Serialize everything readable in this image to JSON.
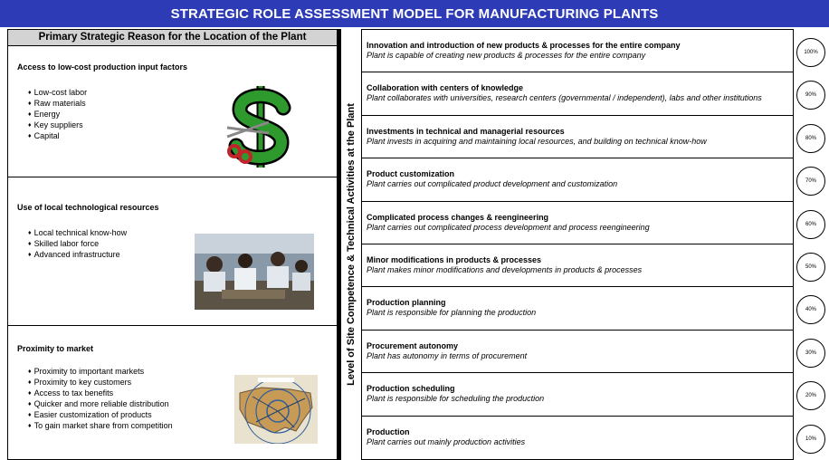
{
  "title": "STRATEGIC ROLE ASSESSMENT MODEL FOR MANUFACTURING PLANTS",
  "left": {
    "header": "Primary Strategic Reason for the Location of the Plant",
    "reasons": [
      {
        "title": "Access to low-cost production input factors",
        "items": [
          "Low-cost labor",
          "Raw materials",
          "Energy",
          "Key suppliers",
          "Capital"
        ],
        "illustration": "dollar-sign-clipart"
      },
      {
        "title": "Use of local technological resources",
        "items": [
          "Local technical know-how",
          "Skilled labor force",
          "Advanced infrastructure"
        ],
        "illustration": "workers-in-lab-photo"
      },
      {
        "title": "Proximity to market",
        "items": [
          "Proximity to important markets",
          "Proximity to key customers",
          "Access to tax benefits",
          "Quicker and more reliable distribution",
          "Easier customization of products",
          "To gain market share from competition"
        ],
        "illustration": "us-market-map"
      }
    ]
  },
  "axis_label": "Level of Site Competence & Technical Activities at the Plant",
  "activities": [
    {
      "title": "Innovation and introduction of new products & processes for the entire company",
      "desc": "Plant is capable of creating new products & processes for the entire company",
      "level": "100%"
    },
    {
      "title": "Collaboration with centers of knowledge",
      "desc": "Plant collaborates with universities, research centers (governmental / independent), labs and other institutions",
      "level": "90%"
    },
    {
      "title": "Investments in technical and managerial resources",
      "desc": "Plant invests in acquiring and maintaining local resources, and building on technical know-how",
      "level": "80%"
    },
    {
      "title": "Product customization",
      "desc": "Plant carries out complicated product development and customization",
      "level": "70%"
    },
    {
      "title": "Complicated process changes & reengineering",
      "desc": "Plant carries out complicated process development and process reengineering",
      "level": "60%"
    },
    {
      "title": "Minor modifications in products & processes",
      "desc": "Plant makes minor modifications and developments in products & processes",
      "level": "50%"
    },
    {
      "title": "Production planning",
      "desc": "Plant is responsible for planning the production",
      "level": "40%"
    },
    {
      "title": "Procurement autonomy",
      "desc": "Plant has autonomy in terms of procurement",
      "level": "30%"
    },
    {
      "title": "Production scheduling",
      "desc": "Plant is responsible for scheduling the production",
      "level": "20%"
    },
    {
      "title": "Production",
      "desc": "Plant carries out mainly production activities",
      "level": "10%"
    }
  ],
  "colors": {
    "title_bar": "#2d3cb6",
    "header_bg": "#d3d3d3",
    "dollar_green": "#2e9a2e"
  }
}
